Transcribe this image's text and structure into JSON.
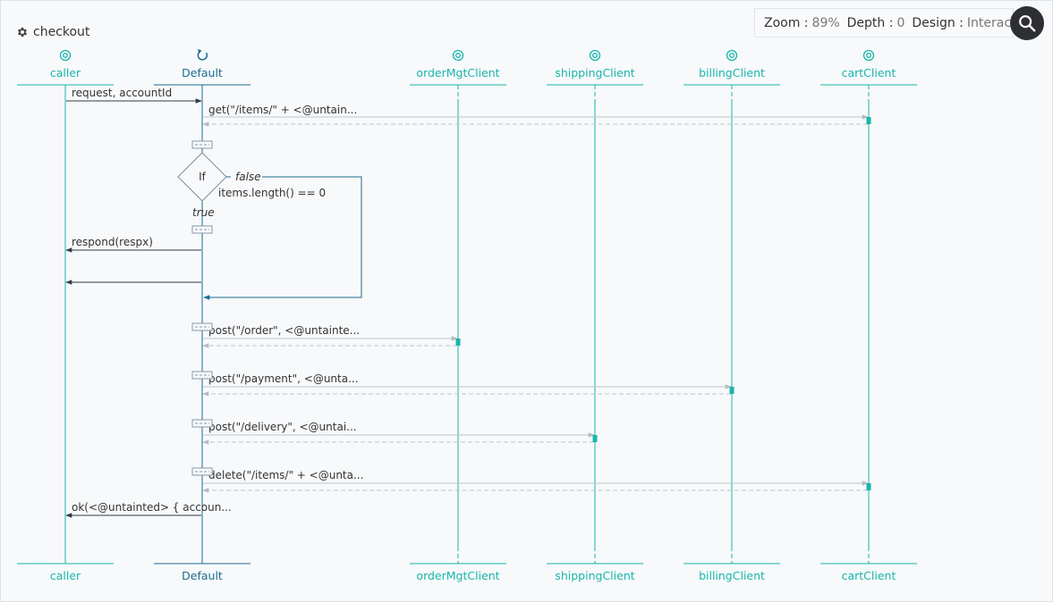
{
  "diagram_title": "checkout",
  "toolbar": {
    "zoom_label": "Zoom :",
    "zoom_value": "89%",
    "depth_label": "Depth :",
    "depth_value": "0",
    "design_label": "Design :",
    "design_value": "Interaction"
  },
  "participants": [
    {
      "name": "caller",
      "kind": "endpoint"
    },
    {
      "name": "Default",
      "kind": "default"
    },
    {
      "name": "orderMgtClient",
      "kind": "endpoint"
    },
    {
      "name": "shippingClient",
      "kind": "endpoint"
    },
    {
      "name": "billingClient",
      "kind": "endpoint"
    },
    {
      "name": "cartClient",
      "kind": "endpoint"
    }
  ],
  "messages": {
    "request": "request, accountId",
    "get_items": "get(\"/items/\" + <@untain...",
    "respond": "respond(respx)",
    "post_order": "post(\"/order\", <@untainte...",
    "post_payment": "post(\"/payment\", <@unta...",
    "post_delivery": "post(\"/delivery\", <@untai...",
    "delete_items": "delete(\"/items/\" + <@unta...",
    "ok": "ok(<@untainted> { accoun..."
  },
  "condition": {
    "keyword": "If",
    "expression": "items.length() == 0",
    "true_label": "true",
    "false_label": "false"
  },
  "colors": {
    "teal": "#19b5aa",
    "navy": "#1c6b8e",
    "dark_line": "#2f3b45",
    "grey_line": "#bfc5cb",
    "text": "#333333"
  }
}
